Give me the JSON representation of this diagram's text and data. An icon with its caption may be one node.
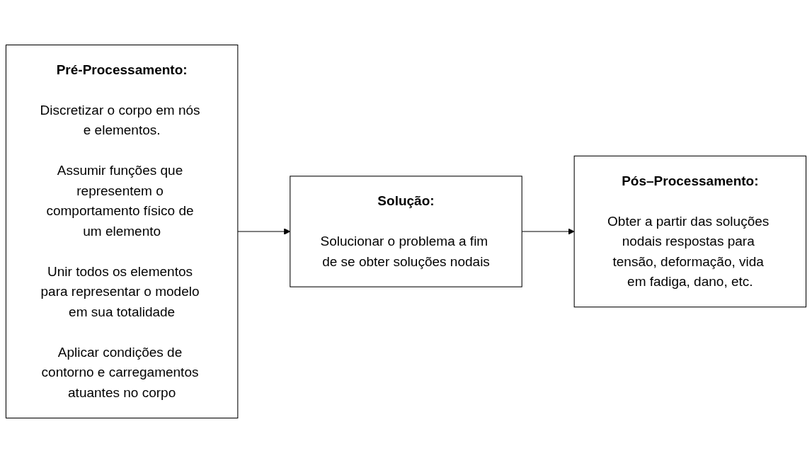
{
  "diagram": {
    "nodes": [
      {
        "text": [
          "Pré-Processamento:",
          "Discretizar o corpo em nós e elementos.",
          "Assumir funções que representem o comportamento físico de um elemento",
          "Unir todos os elementos para representar o modelo em sua totalidade",
          "Aplicar condições de contorno e carregamentos atuantes no corpo"
        ]
      },
      {
        "text": [
          "Solução:",
          "Solucionar o problema a fim de se obter soluções nodais"
        ]
      },
      {
        "text": [
          "Pós–Processamento:",
          "Obter a partir das soluções nodais respostas para tensão, deformação, vida em fadiga, dano, etc."
        ]
      }
    ],
    "edges": [
      {
        "from": 0,
        "to": 1,
        "arrow": "to"
      },
      {
        "from": 1,
        "to": 2,
        "arrow": "to"
      }
    ]
  }
}
